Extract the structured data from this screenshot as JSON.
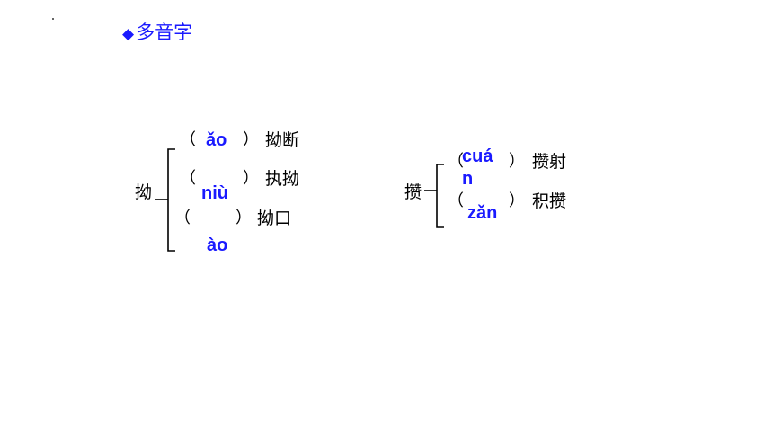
{
  "title": {
    "marker": "◆",
    "text": "多音字"
  },
  "group1": {
    "char": "拗",
    "entries": [
      {
        "open": "（",
        "pinyin": "ǎo",
        "close": "）",
        "word": "拗断"
      },
      {
        "open": "（",
        "pinyin": "niù",
        "close": "）",
        "word": "执拗"
      },
      {
        "open": "（",
        "pinyin": "ào",
        "close": "）",
        "word": "拗口"
      }
    ]
  },
  "group2": {
    "char": "攒",
    "entries": [
      {
        "open": "（",
        "pinyin_line1": "cuá",
        "pinyin_line2": "n",
        "close": "）",
        "word": "攒射"
      },
      {
        "open": "（",
        "pinyin": "zǎn",
        "close": "）",
        "word": "积攒"
      }
    ]
  },
  "colors": {
    "accent": "#1a1aff",
    "text": "#000000",
    "background": "#ffffff"
  }
}
